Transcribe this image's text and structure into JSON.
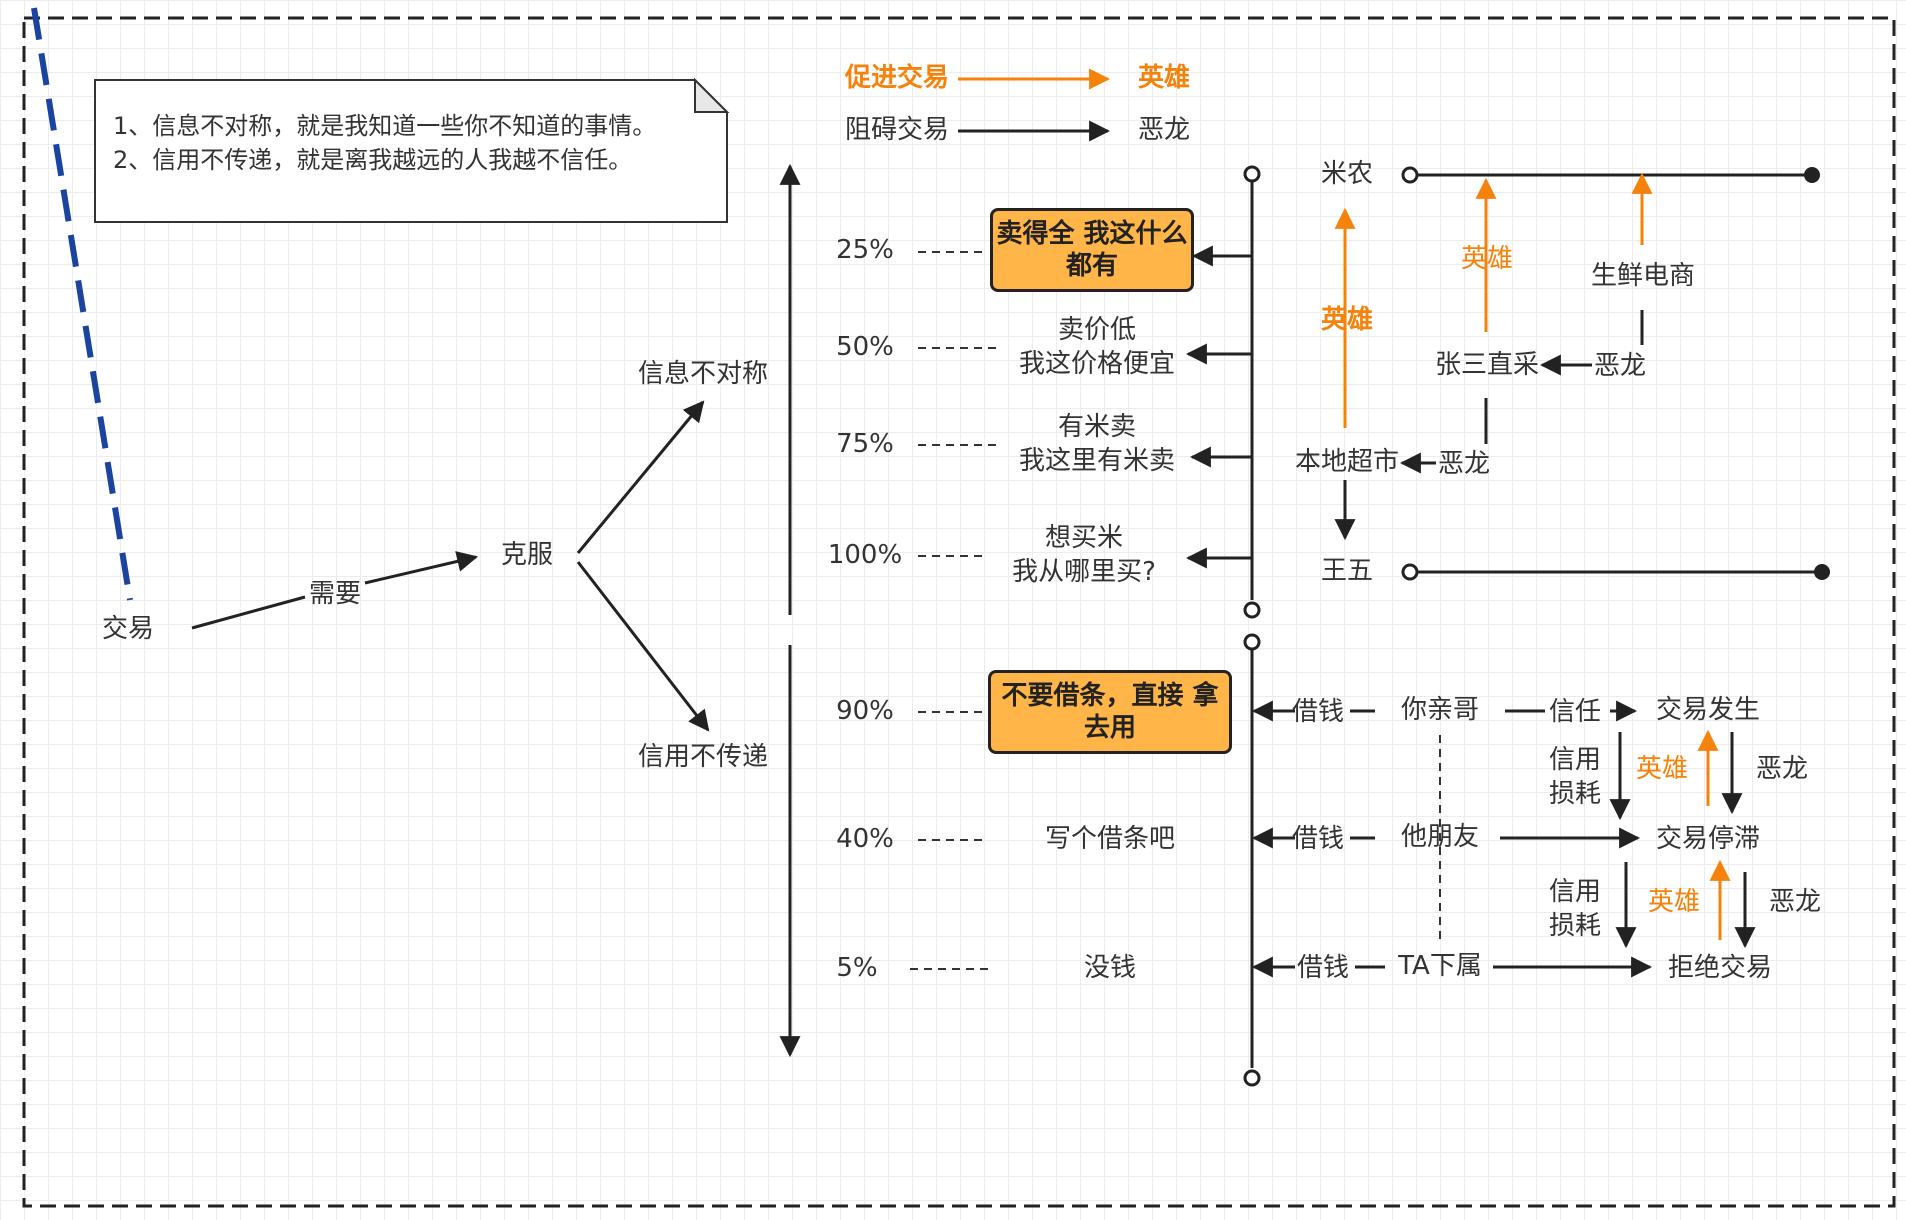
{
  "note": {
    "line1": "1、信息不对称，就是我知道一些你不知道的事情。",
    "line2": "2、信用不传递，就是离我越远的人我越不信任。"
  },
  "legend": {
    "promote_label": "促进交易",
    "promote_result": "英雄",
    "hinder_label": "阻碍交易",
    "hinder_result": "恶龙"
  },
  "flow": {
    "trade": "交易",
    "need": "需要",
    "overcome": "克服",
    "info_asym": "信息不对称",
    "credit": "信用不传递"
  },
  "upper_levels": [
    {
      "pct": "25%",
      "text": "卖得全\n我这什么都有",
      "highlight": true
    },
    {
      "pct": "50%",
      "text": "卖价低\n我这价格便宜",
      "highlight": false
    },
    {
      "pct": "75%",
      "text": "有米卖\n我这里有米卖",
      "highlight": false
    },
    {
      "pct": "100%",
      "text": "想买米\n我从哪里买?",
      "highlight": false
    }
  ],
  "lower_levels": [
    {
      "pct": "90%",
      "text": "不要借条，直接\n拿去用",
      "highlight": true
    },
    {
      "pct": "40%",
      "text": "写个借条吧",
      "highlight": false
    },
    {
      "pct": "5%",
      "text": "没钱",
      "highlight": false
    }
  ],
  "supply": {
    "farmer": "米农",
    "wangwu": "王五",
    "local_market": "本地超市",
    "zhangsan": "张三直采",
    "fresh_ecom": "生鲜电商",
    "hero": "英雄",
    "dragon": "恶龙"
  },
  "credit_chain": {
    "borrow": "借钱",
    "brother": "你亲哥",
    "friend": "他朋友",
    "subordinate": "TA下属",
    "trust": "信任",
    "deal_happen": "交易发生",
    "deal_stall": "交易停滞",
    "deal_reject": "拒绝交易",
    "credit_loss": "信用\n损耗",
    "hero": "英雄",
    "dragon": "恶龙"
  },
  "colors": {
    "accent": "#f5820a",
    "highlight_box": "#ffb547",
    "frame_dash": "#1a44a0",
    "ink": "#333333"
  }
}
